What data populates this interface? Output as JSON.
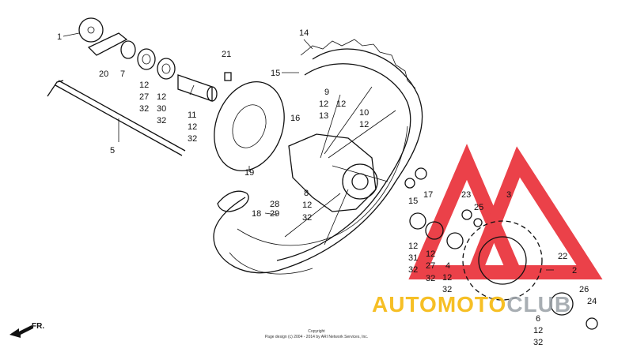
{
  "callouts": [
    {
      "id": "1",
      "text": "1"
    },
    {
      "id": "20",
      "text": "20"
    },
    {
      "id": "7",
      "text": "7"
    },
    {
      "id": "12a",
      "text": "12"
    },
    {
      "id": "27a",
      "text": "27"
    },
    {
      "id": "32a",
      "text": "32"
    },
    {
      "id": "12b",
      "text": "12"
    },
    {
      "id": "30",
      "text": "30"
    },
    {
      "id": "32b",
      "text": "32"
    },
    {
      "id": "11",
      "text": "11"
    },
    {
      "id": "12c",
      "text": "12"
    },
    {
      "id": "32c",
      "text": "32"
    },
    {
      "id": "21",
      "text": "21"
    },
    {
      "id": "5",
      "text": "5"
    },
    {
      "id": "14",
      "text": "14"
    },
    {
      "id": "15a",
      "text": "15"
    },
    {
      "id": "16",
      "text": "16"
    },
    {
      "id": "9",
      "text": "9"
    },
    {
      "id": "12d",
      "text": "12"
    },
    {
      "id": "13",
      "text": "13"
    },
    {
      "id": "12e",
      "text": "12"
    },
    {
      "id": "10",
      "text": "10"
    },
    {
      "id": "12f",
      "text": "12"
    },
    {
      "id": "19",
      "text": "19"
    },
    {
      "id": "8",
      "text": "8"
    },
    {
      "id": "12g",
      "text": "12"
    },
    {
      "id": "32d",
      "text": "32"
    },
    {
      "id": "28",
      "text": "28"
    },
    {
      "id": "18",
      "text": "18"
    },
    {
      "id": "29",
      "text": "29"
    },
    {
      "id": "15b",
      "text": "15"
    },
    {
      "id": "17",
      "text": "17"
    },
    {
      "id": "12h",
      "text": "12"
    },
    {
      "id": "31",
      "text": "31"
    },
    {
      "id": "32e",
      "text": "32"
    },
    {
      "id": "12i",
      "text": "12"
    },
    {
      "id": "27b",
      "text": "27"
    },
    {
      "id": "32f",
      "text": "32"
    },
    {
      "id": "4",
      "text": "4"
    },
    {
      "id": "12j",
      "text": "12"
    },
    {
      "id": "32g",
      "text": "32"
    },
    {
      "id": "23",
      "text": "23"
    },
    {
      "id": "25",
      "text": "25"
    },
    {
      "id": "3",
      "text": "3"
    },
    {
      "id": "22",
      "text": "22"
    },
    {
      "id": "2",
      "text": "2"
    },
    {
      "id": "26",
      "text": "26"
    },
    {
      "id": "24",
      "text": "24"
    },
    {
      "id": "6",
      "text": "6"
    },
    {
      "id": "12k",
      "text": "12"
    },
    {
      "id": "32h",
      "text": "32"
    }
  ],
  "copyright_line1": "Copyright",
  "copyright_line2": "Page design (c) 2004 - 2014 by ARI Network Services, Inc.",
  "direction_label": "FR.",
  "watermark": {
    "part1": "AUTO",
    "part2": "MOTO",
    "part3": "CLUB"
  },
  "colors": {
    "watermark_red": "#e8202a",
    "watermark_gold": "#f5b400",
    "watermark_gray": "#9aa0a6",
    "line": "#111111"
  }
}
